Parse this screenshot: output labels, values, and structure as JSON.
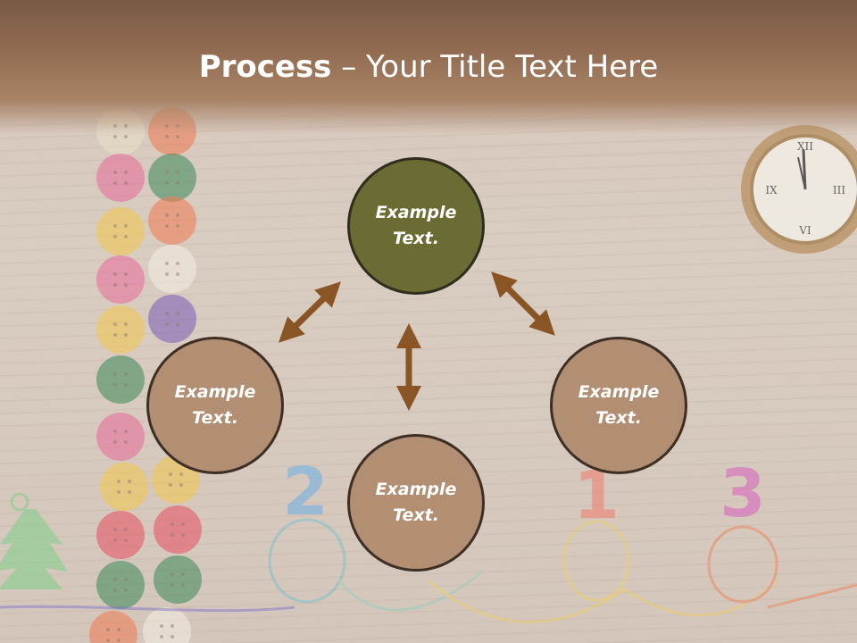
{
  "title": {
    "bold": "Process",
    "rest": " – Your Title Text Here"
  },
  "nodes": [
    {
      "line1": "Example",
      "line2": "Text."
    },
    {
      "line1": "Example",
      "line2": "Text."
    },
    {
      "line1": "Example",
      "line2": "Text."
    },
    {
      "line1": "Example",
      "line2": "Text."
    }
  ],
  "background_numbers": [
    "2",
    "1",
    "3"
  ],
  "colors": {
    "title_band": "#8f6a50",
    "node_brown": "#b28e73",
    "node_olive": "#6b6b34",
    "arrow": "#8a5525"
  }
}
